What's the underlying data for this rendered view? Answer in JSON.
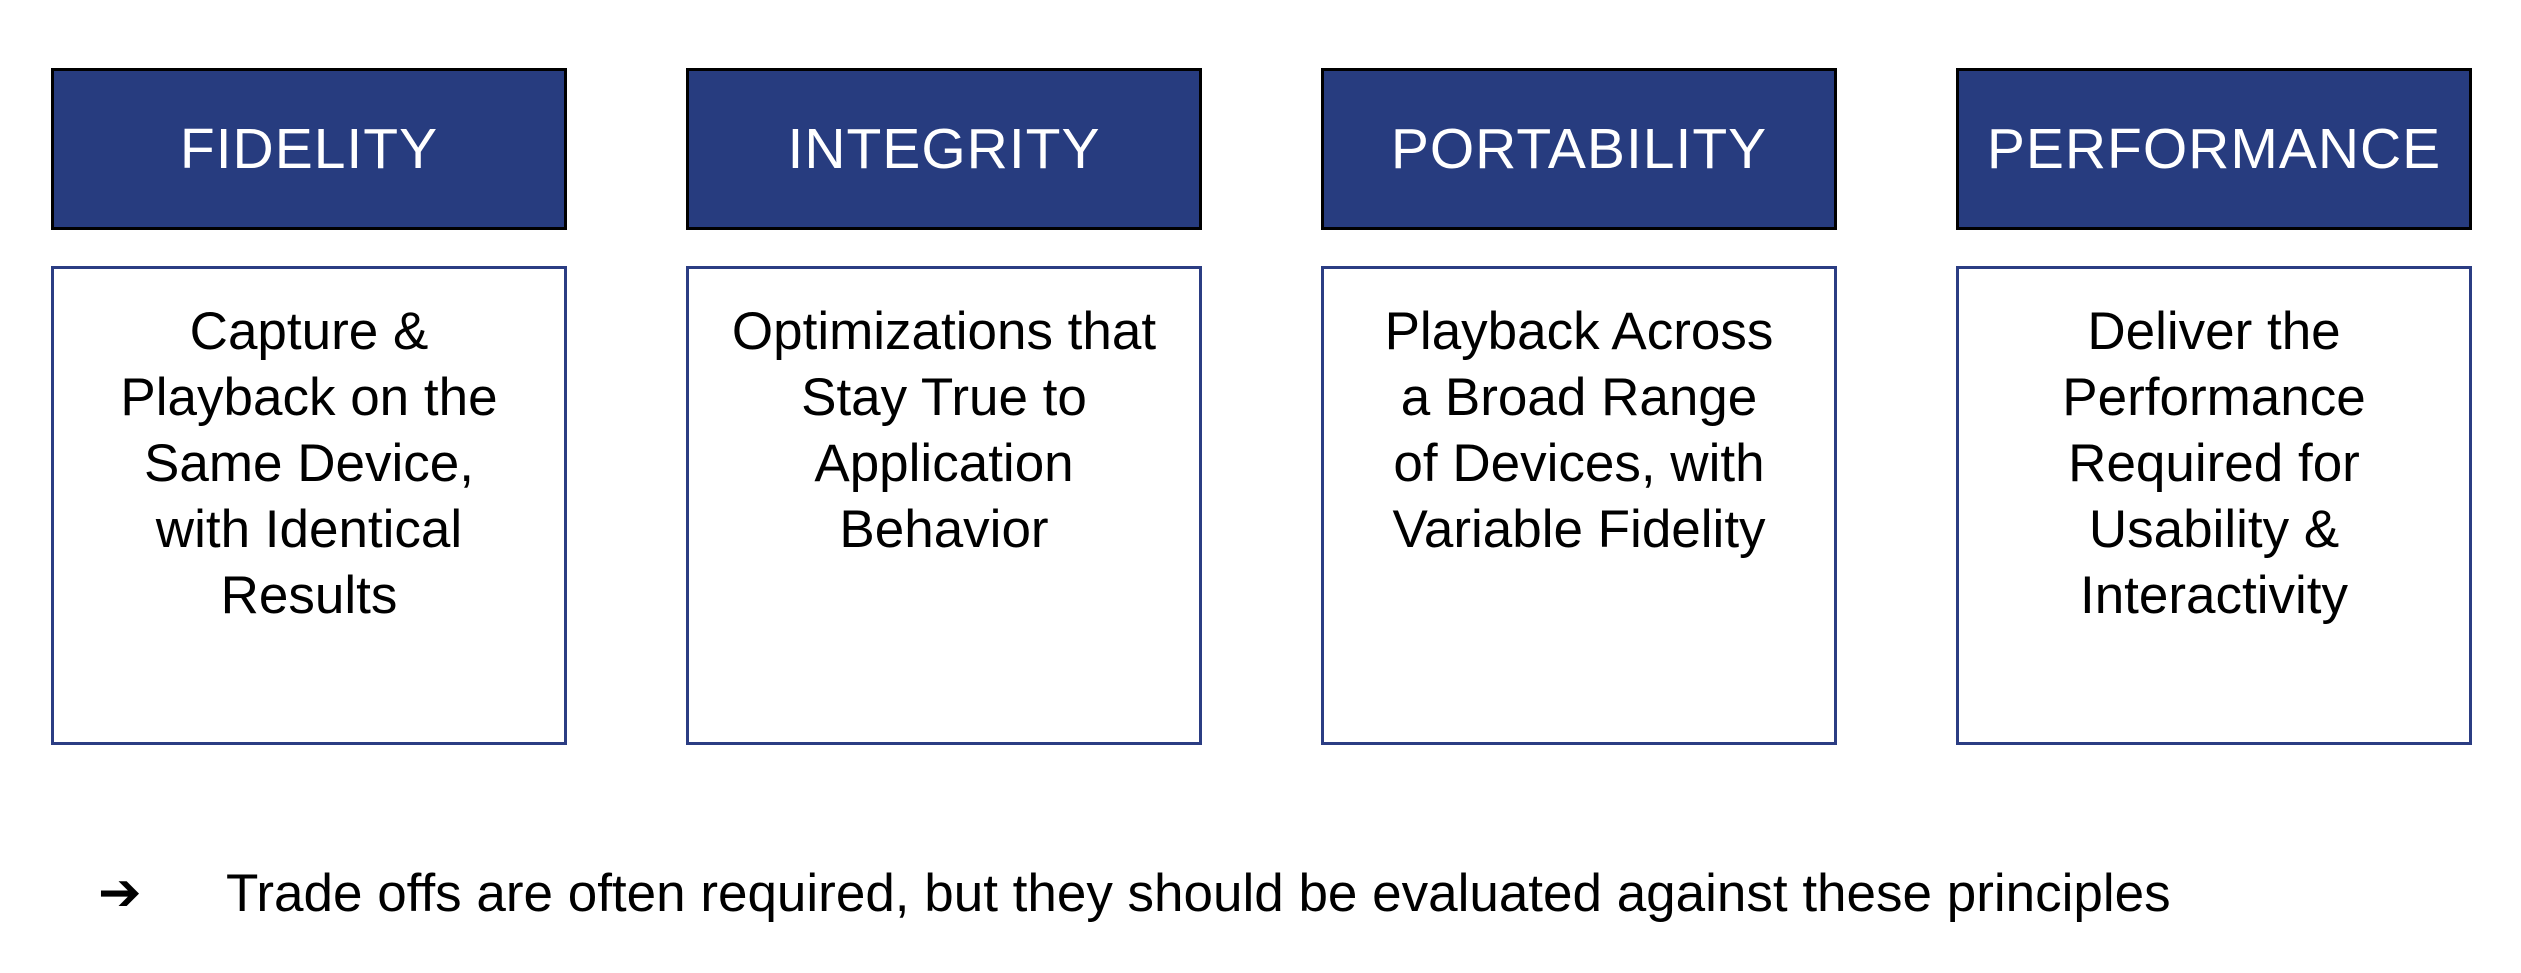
{
  "colors": {
    "header_fill": "#273c7f",
    "body_border": "#2b3d83",
    "text": "#000000"
  },
  "pillars": [
    {
      "title": "FIDELITY",
      "lines": [
        "Capture &",
        "Playback on the",
        "Same Device,",
        "with Identical",
        "Results"
      ]
    },
    {
      "title": "INTEGRITY",
      "lines": [
        "Optimizations that",
        "Stay True to",
        "Application",
        "Behavior"
      ]
    },
    {
      "title": "PORTABILITY",
      "lines": [
        "Playback Across",
        "a Broad Range",
        "of Devices, with",
        "Variable Fidelity"
      ]
    },
    {
      "title": "PERFORMANCE",
      "lines": [
        "Deliver the",
        "Performance",
        "Required for",
        "Usability &",
        "Interactivity"
      ]
    }
  ],
  "note": {
    "icon": "right-arrow-icon",
    "arrow": "➔",
    "text": "Trade offs are often required, but they should be evaluated against these principles"
  }
}
